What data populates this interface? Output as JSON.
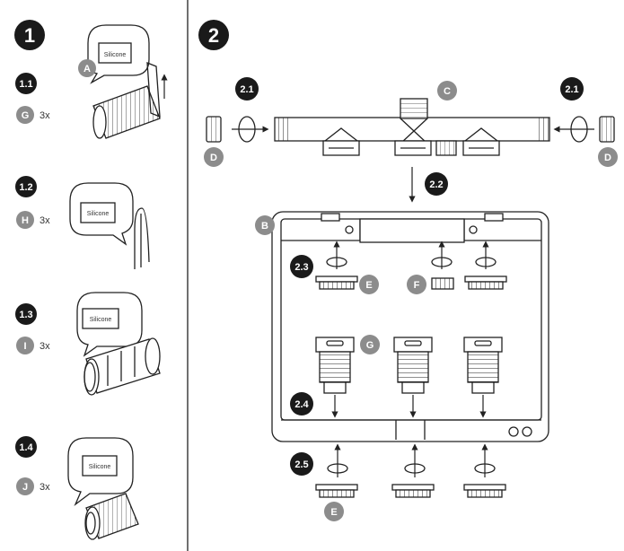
{
  "steps": {
    "step1": "1",
    "step2": "2",
    "s1_1": "1.1",
    "s1_2": "1.2",
    "s1_3": "1.3",
    "s1_4": "1.4",
    "s2_1": "2.1",
    "s2_2": "2.2",
    "s2_3": "2.3",
    "s2_4": "2.4",
    "s2_5": "2.5"
  },
  "parts": {
    "A": "A",
    "B": "B",
    "C": "C",
    "D": "D",
    "E": "E",
    "F": "F",
    "G": "G",
    "H": "H",
    "I": "I",
    "J": "J"
  },
  "quantities": {
    "g": "3x",
    "h": "3x",
    "i": "3x",
    "j": "3x"
  },
  "labels": {
    "silicone": "Silicone"
  },
  "colors": {
    "step_badge": "#1a1a1a",
    "part_badge": "#8c8c8c",
    "line": "#222222"
  }
}
